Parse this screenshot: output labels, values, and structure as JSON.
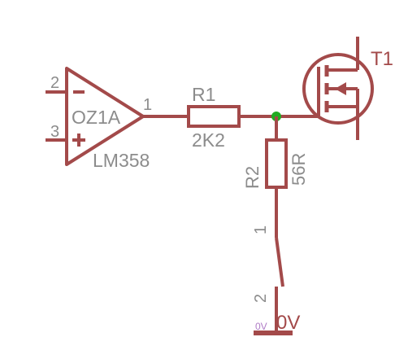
{
  "colors": {
    "wire": "#a34a4a",
    "label_gray": "#8c8c8c",
    "junction": "#22aa22",
    "ground_net": "#b07cc6"
  },
  "opamp": {
    "name": "OZ1A",
    "value": "LM358",
    "pin_inverting": "2",
    "pin_noninverting": "3",
    "pin_output": "1",
    "minus_symbol": "−",
    "plus_symbol": "+"
  },
  "r1": {
    "name": "R1",
    "value": "2K2"
  },
  "r2": {
    "name": "R2",
    "value": "56R"
  },
  "switch": {
    "pin_top": "1",
    "pin_bottom": "2"
  },
  "transistor": {
    "name": "T1"
  },
  "ground": {
    "net_label": "0V",
    "value_label": "0V"
  }
}
